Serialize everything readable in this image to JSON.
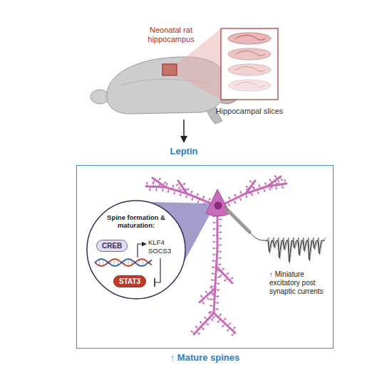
{
  "diagram": {
    "nodes": [
      {
        "text": [
          "↑ Mature spines"
        ]
      },
      {
        "text": [
          "Spine formation & maturation:"
        ],
        "in": 0
      },
      {
        "text": [
          "CREB"
        ],
        "in": 1
      },
      {
        "text": [
          "STAT3"
        ],
        "in": 1
      }
    ],
    "labels": [
      "Neonatal rat hippocampus",
      "Hippocampal slices",
      "Leptin",
      "KLF4",
      "SOCS3",
      "↑ Miniature excitatory post synaptic currents"
    ]
  }
}
